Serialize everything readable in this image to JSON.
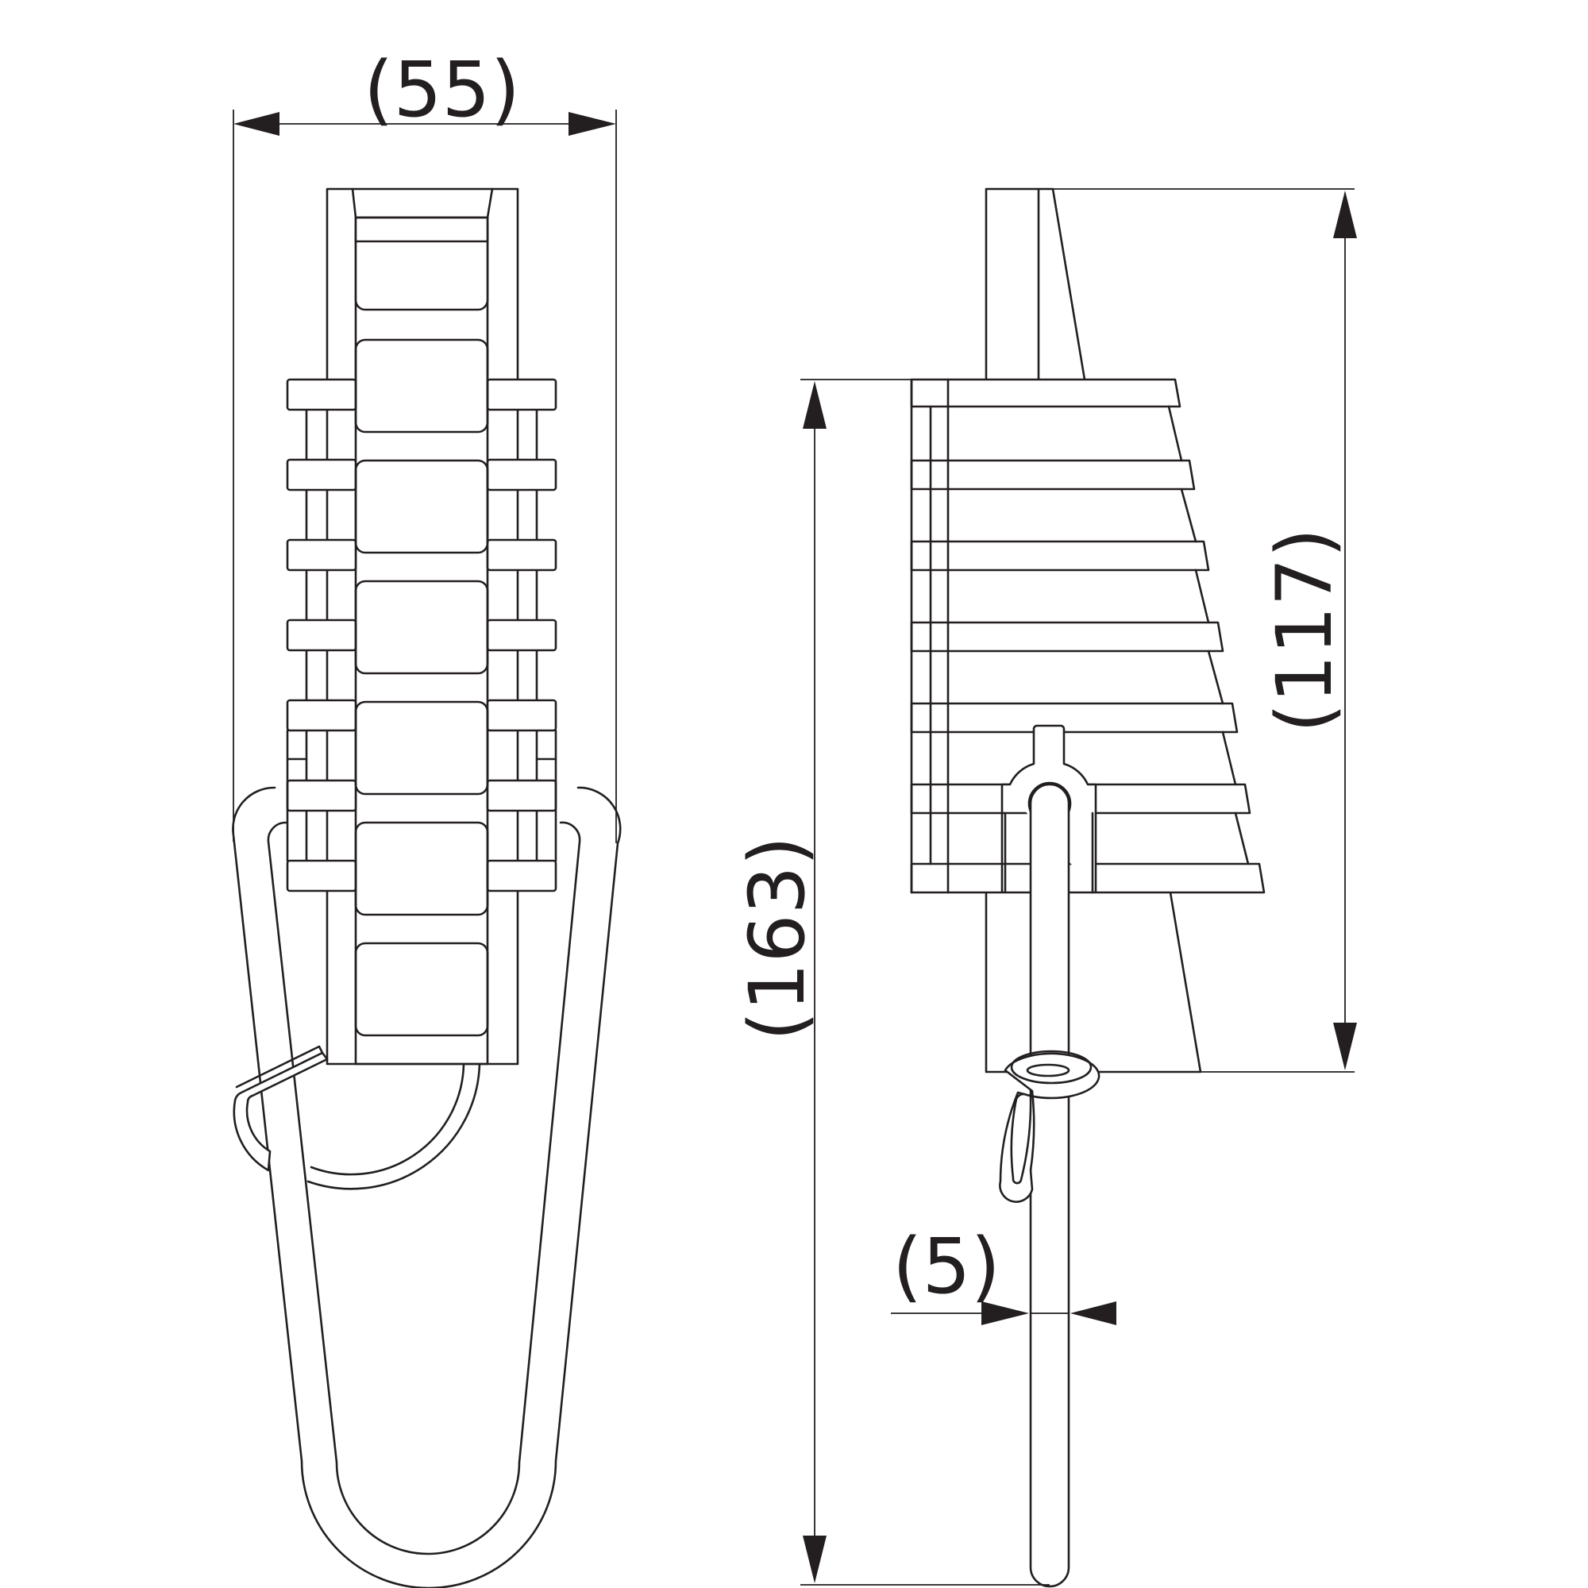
{
  "dimensions": {
    "width": "(55)",
    "height_body": "(117)",
    "height_total": "(163)",
    "wire": "(5)"
  },
  "colors": {
    "ink": "#231f20",
    "background": "#ffffff"
  }
}
